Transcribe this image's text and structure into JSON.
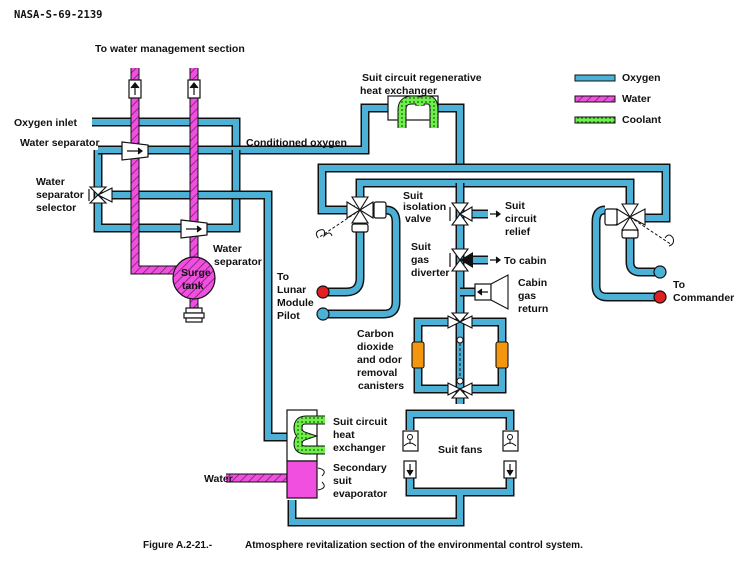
{
  "header": {
    "figure_id": "NASA-S-69-2139"
  },
  "legend": {
    "items": [
      {
        "label": "Oxygen",
        "color": "#4bb1d6"
      },
      {
        "label": "Water",
        "color": "#f04fe0"
      },
      {
        "label": "Coolant",
        "color": "#6ef04a"
      }
    ]
  },
  "labels": {
    "to_water_mgmt": "To water management section",
    "oxygen_inlet": "Oxygen inlet",
    "water_separator_top": "Water separator",
    "ws_selector_1": "Water",
    "ws_selector_2": "separator",
    "ws_selector_3": "selector",
    "ws_bottom_1": "Water",
    "ws_bottom_2": "separator",
    "surge_1": "Surge",
    "surge_2": "tank",
    "conditioned_oxygen": "Conditioned oxygen",
    "regen_hx_1": "Suit circuit regenerative",
    "regen_hx_2": "heat exchanger",
    "iso_1": "Suit",
    "iso_2": "isolation",
    "iso_3": "valve",
    "relief_1": "Suit",
    "relief_2": "circuit",
    "relief_3": "relief",
    "diverter_1": "Suit",
    "diverter_2": "gas",
    "diverter_3": "diverter",
    "to_cabin": "To cabin",
    "cabin_return_1": "Cabin",
    "cabin_return_2": "gas",
    "cabin_return_3": "return",
    "lmp_1": "To",
    "lmp_2": "Lunar",
    "lmp_3": "Module",
    "lmp_4": "Pilot",
    "cdr_1": "To",
    "cdr_2": "Commander",
    "co2_1": "Carbon",
    "co2_2": "dioxide",
    "co2_3": "and odor",
    "co2_4": "removal",
    "co2_5": "canisters",
    "fans": "Suit fans",
    "schx_1": "Suit circuit",
    "schx_2": "heat",
    "schx_3": "exchanger",
    "evap_1": "Secondary",
    "evap_2": "suit",
    "evap_3": "evaporator",
    "water_in": "Water"
  },
  "caption": {
    "number": "Figure A.2-21.-",
    "text": "Atmosphere revitalization section of the environmental control system."
  }
}
